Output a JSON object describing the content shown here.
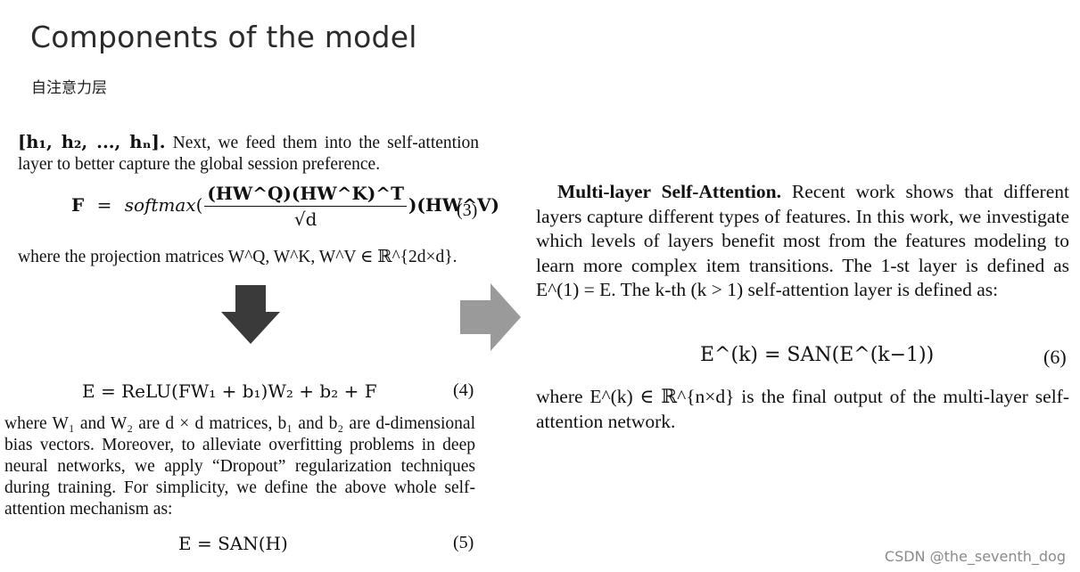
{
  "slide": {
    "title": "Components of the model",
    "subtitle": "自注意力层"
  },
  "left": {
    "intro": {
      "vec": "[h₁, h₂, ..., hₙ].",
      "text": "Next, we feed them into the self-attention layer to better capture the global session preference."
    },
    "eq3": {
      "lhs": "F",
      "eq": "=",
      "func": "softmax",
      "num": "(HW^Q)(HW^K)^T",
      "den": "√d",
      "tail": ")(HW^V)",
      "number": "(3)"
    },
    "where3": "where the projection matrices W^Q, W^K, W^V ∈ ℝ^{2d×d}.",
    "eq4": {
      "expr": "E = ReLU(FW₁ + b₁)W₂ + b₂ + F",
      "number": "(4)"
    },
    "para2": "where W₁ and W₂ are d × d matrices, b₁ and b₂ are d-dimensional bias vectors. Moreover, to alleviate overfitting problems in deep neural networks, we apply “Dropout” regularization techniques during training. For simplicity, we define the above whole self-attention mechanism as:",
    "eq5": {
      "expr": "E = SAN(H)",
      "number": "(5)"
    }
  },
  "right": {
    "heading": "Multi-layer Self-Attention.",
    "text": "Recent work shows that different layers capture different types of features. In this work, we investigate which levels of layers benefit most from the features modeling to learn more complex item transitions. The 1-st layer is defined as E^(1) = E. The k-th (k > 1) self-attention layer is defined as:",
    "eq6": {
      "expr": "E^(k) = SAN(E^(k−1))",
      "number": "(6)"
    },
    "where6": "where E^(k) ∈ ℝ^{n×d} is the final output of the multi-layer self-attention network."
  },
  "watermark": "CSDN @the_seventh_dog",
  "colors": {
    "down_arrow": "#3a3a3a",
    "right_arrow": "#9a9a9a"
  },
  "icons": {
    "down_arrow": "arrow-down-icon",
    "right_arrow": "arrow-right-icon"
  }
}
